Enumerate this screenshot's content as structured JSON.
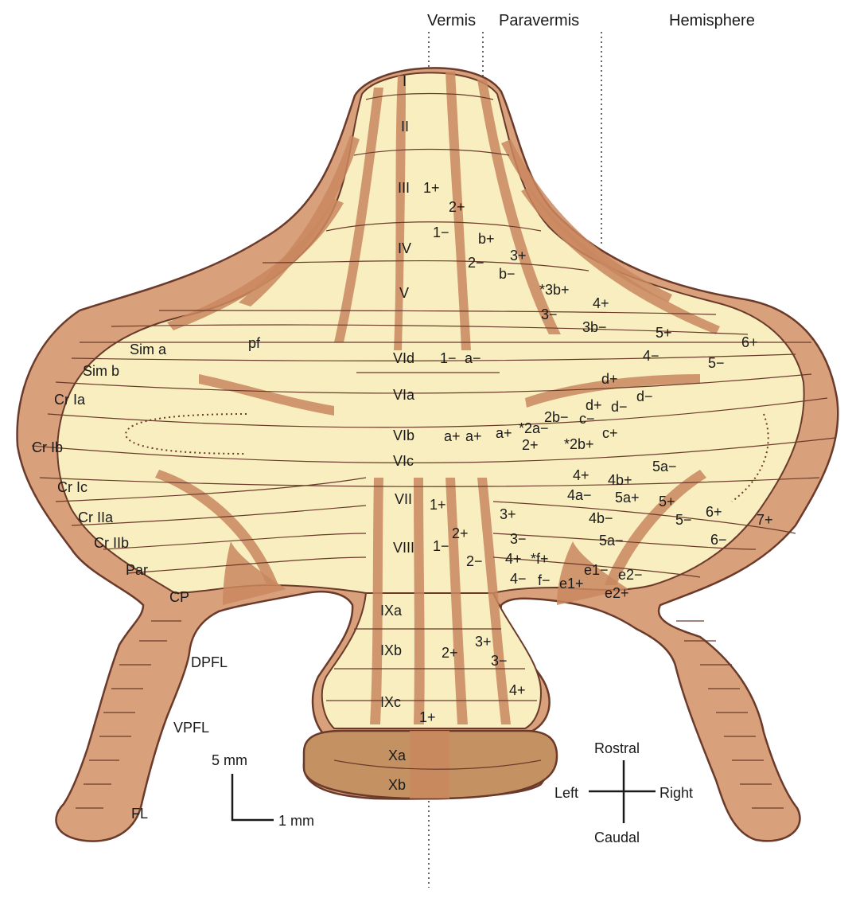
{
  "columns": {
    "vermis": "Vermis",
    "paravermis": "Paravermis",
    "hemisphere": "Hemisphere"
  },
  "lobules": [
    "I",
    "II",
    "III",
    "IV",
    "V",
    "VId",
    "VIa",
    "VIb",
    "VIc",
    "VII",
    "VIII",
    "IXa",
    "IXb",
    "IXc",
    "Xa",
    "Xb"
  ],
  "side_labels": [
    "pf",
    "Sim a",
    "Sim b",
    "Cr Ia",
    "Cr Ib",
    "Cr Ic",
    "Cr IIa",
    "Cr IIb",
    "Par",
    "CP",
    "DPFL",
    "VPFL",
    "FL"
  ],
  "zone_labels": [
    "1+",
    "2+",
    "1−",
    "b+",
    "3+",
    "2−",
    "b−",
    "*3b+",
    "4+",
    "3−",
    "3b−",
    "5+",
    "6+",
    "1−",
    "a−",
    "4−",
    "5−",
    "d+",
    "d+",
    "d−",
    "d−",
    "2b−",
    "c−",
    "a+",
    "a+",
    "a+",
    "*2a−",
    "c+",
    "2+",
    "*2b+",
    "5a−",
    "4+",
    "4b+",
    "4a−",
    "5a+",
    "5+",
    "6+",
    "7+",
    "1+",
    "3+",
    "4b−",
    "5−",
    "6−",
    "2+",
    "3−",
    "5a−",
    "1−",
    "2−",
    "4+",
    "*f+",
    "e1−",
    "e2−",
    "4−",
    "f−",
    "e1+",
    "e2+",
    "3+",
    "2+",
    "3−",
    "4+",
    "1+"
  ],
  "scale_bar": {
    "vertical": "5 mm",
    "horizontal": "1 mm"
  },
  "compass": {
    "rostral": "Rostral",
    "caudal": "Caudal",
    "left": "Left",
    "right": "Right"
  },
  "colors": {
    "outer": "#d9a07c",
    "core": "#f9eebf",
    "stripe": "#c9875f",
    "outline": "#6a3a2a"
  }
}
